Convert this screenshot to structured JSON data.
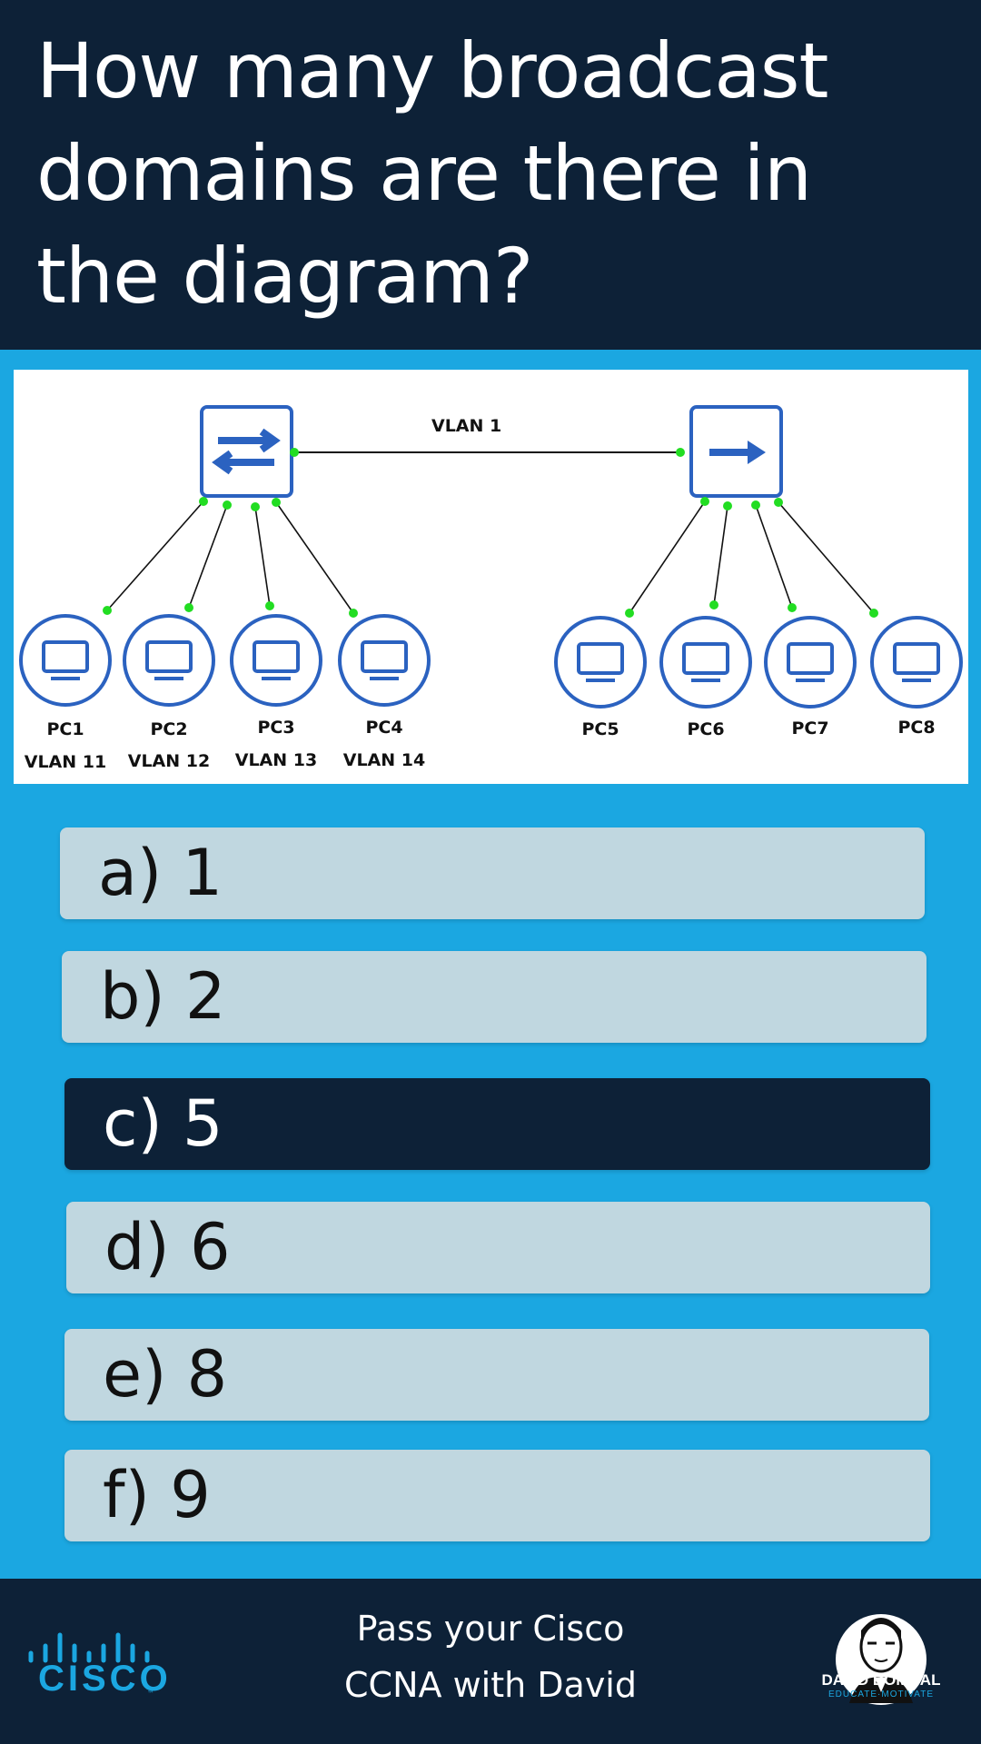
{
  "question": "How many broadcast domains are there in the diagram?",
  "diagram": {
    "link_label": "VLAN 1",
    "pcs": [
      {
        "name": "PC1",
        "vlan": "VLAN 11"
      },
      {
        "name": "PC2",
        "vlan": "VLAN 12"
      },
      {
        "name": "PC3",
        "vlan": "VLAN 13"
      },
      {
        "name": "PC4",
        "vlan": "VLAN 14"
      },
      {
        "name": "PC5",
        "vlan": ""
      },
      {
        "name": "PC6",
        "vlan": ""
      },
      {
        "name": "PC7",
        "vlan": ""
      },
      {
        "name": "PC8",
        "vlan": ""
      }
    ],
    "colors": {
      "device": "#2b62c0",
      "port": "#22dd22",
      "link": "#111111"
    }
  },
  "answers": [
    {
      "label": "a) 1",
      "selected": false
    },
    {
      "label": "b) 2",
      "selected": false
    },
    {
      "label": "c) 5",
      "selected": true
    },
    {
      "label": "d) 6",
      "selected": false
    },
    {
      "label": "e) 8",
      "selected": false
    },
    {
      "label": "f) 9",
      "selected": false
    }
  ],
  "footer": {
    "brand": "CISCO",
    "brand_tm": "™",
    "tagline_line1": "Pass your Cisco",
    "tagline_line2": "CCNA with David",
    "channel_name": "DAVID BOMBAL",
    "channel_tag": "EDUCATE·MOTIVATE"
  },
  "colors": {
    "header_bg": "#0d2137",
    "page_bg": "#1ba7e1",
    "answer_bg": "#c0d7e0",
    "answer_selected_bg": "#0d2137"
  }
}
